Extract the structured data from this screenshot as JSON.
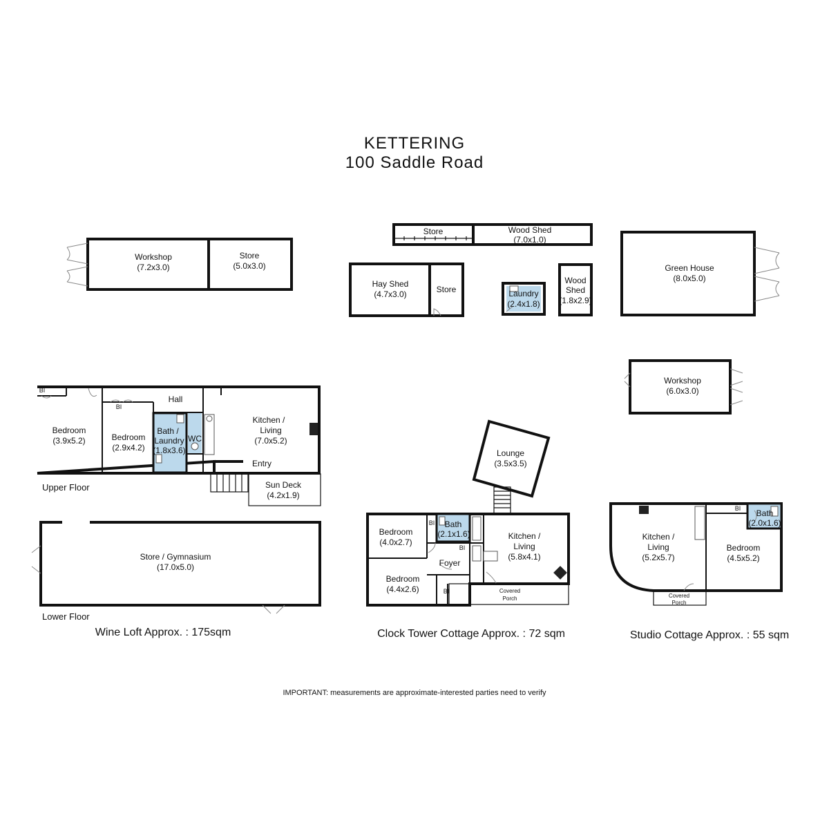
{
  "title": {
    "line1": "KETTERING",
    "line2": "100 Saddle Road"
  },
  "outbuildings": {
    "workshop_west": {
      "name": "Workshop",
      "size": "(7.2x3.0)"
    },
    "store_west": {
      "name": "Store",
      "size": "(5.0x3.0)"
    },
    "store_strip": {
      "name": "Store"
    },
    "wood_shed_long": {
      "name": "Wood Shed",
      "size": "(7.0x1.0)"
    },
    "hay_shed": {
      "name": "Hay Shed",
      "size": "(4.7x3.0)"
    },
    "hay_store": {
      "name": "Store"
    },
    "laundry": {
      "name": "Laundry",
      "size": "(2.4x1.8)"
    },
    "wood_shed_small": {
      "name1": "Wood",
      "name2": "Shed",
      "size": "(1.8x2.9)"
    },
    "green_house": {
      "name": "Green House",
      "size": "(8.0x5.0)"
    },
    "workshop_east": {
      "name": "Workshop",
      "size": "(6.0x3.0)"
    }
  },
  "wine_loft": {
    "upper_label": "Upper Floor",
    "lower_label": "Lower Floor",
    "caption": "Wine Loft Approx. : 175sqm",
    "bi": "BI",
    "hall": "Hall",
    "entry": "Entry",
    "wc": "WC",
    "bedroom1": {
      "name": "Bedroom",
      "size": "(3.9x5.2)"
    },
    "bedroom2": {
      "name": "Bedroom",
      "size": "(2.9x4.2)"
    },
    "bath_laundry": {
      "name1": "Bath /",
      "name2": "Laundry",
      "size": "(1.8x3.6)"
    },
    "kitchen": {
      "name1": "Kitchen /",
      "name2": "Living",
      "size": "(7.0x5.2)"
    },
    "sun_deck": {
      "name": "Sun Deck",
      "size": "(4.2x1.9)"
    },
    "store_gym": {
      "name": "Store / Gymnasium",
      "size": "(17.0x5.0)"
    }
  },
  "clock_tower": {
    "caption": "Clock Tower Cottage Approx. : 72 sqm",
    "bi": "BI",
    "foyer": "Foyer",
    "lounge": {
      "name": "Lounge",
      "size": "(3.5x3.5)"
    },
    "bedroom1": {
      "name": "Bedroom",
      "size": "(4.0x2.7)"
    },
    "bath": {
      "name": "Bath",
      "size": "(2.1x1.6)"
    },
    "kitchen": {
      "name1": "Kitchen /",
      "name2": "Living",
      "size": "(5.8x4.1)"
    },
    "bedroom2": {
      "name": "Bedroom",
      "size": "(4.4x2.6)"
    },
    "porch": {
      "name1": "Covered",
      "name2": "Porch"
    }
  },
  "studio": {
    "caption": "Studio Cottage Approx. : 55 sqm",
    "bi": "BI",
    "kitchen": {
      "name1": "Kitchen /",
      "name2": "Living",
      "size": "(5.2x5.7)"
    },
    "bath": {
      "name": "Bath",
      "size": "(2.0x1.6)"
    },
    "bedroom": {
      "name": "Bedroom",
      "size": "(4.5x5.2)"
    },
    "porch": {
      "name1": "Covered",
      "name2": "Porch"
    }
  },
  "footer_note": "IMPORTANT: measurements are approximate-interested parties need to verify"
}
